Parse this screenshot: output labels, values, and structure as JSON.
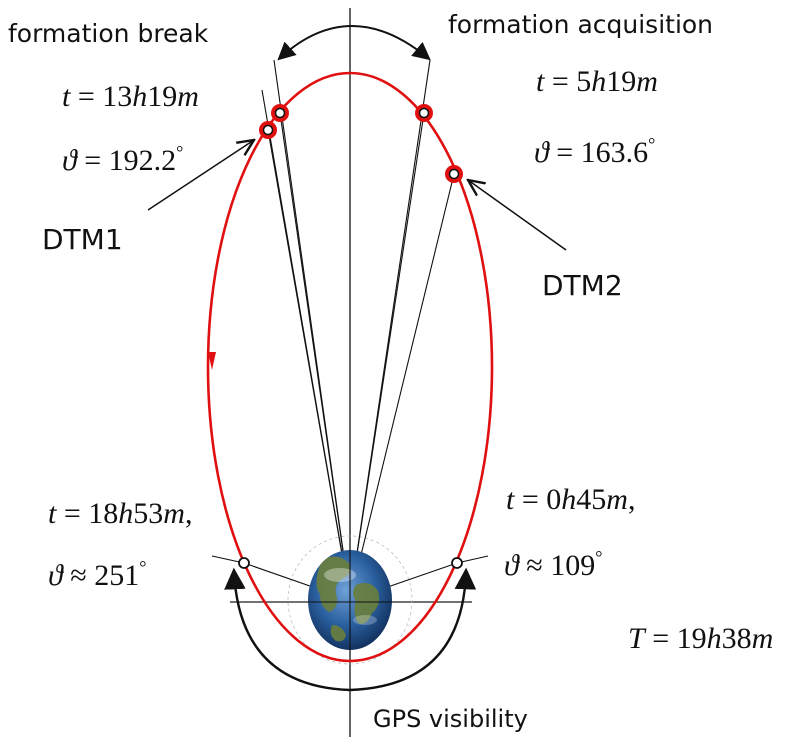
{
  "labels": {
    "formation_break": "formation break",
    "formation_acquisition": "formation acquisition",
    "dtm1": "DTM1",
    "dtm2": "DTM2",
    "gps_visibility": "GPS visibility"
  },
  "equations": {
    "break_time": {
      "var": "t",
      "h": "13",
      "m": "19"
    },
    "break_anomaly": {
      "var": "ϑ",
      "rel": "=",
      "value": "192.2",
      "unit": "°"
    },
    "acq_time": {
      "var": "t",
      "h": "5",
      "m": "19"
    },
    "acq_anomaly": {
      "var": "ϑ",
      "rel": "=",
      "value": "163.6",
      "unit": "°"
    },
    "gps_left_time": {
      "var": "t",
      "h": "18",
      "m": "53",
      "suffix": ","
    },
    "gps_left_anomaly": {
      "var": "ϑ",
      "rel": "≈",
      "value": "251",
      "unit": "°"
    },
    "gps_right_time": {
      "var": "t",
      "h": "0",
      "m": "45",
      "suffix": ","
    },
    "gps_right_anomaly": {
      "var": "ϑ",
      "rel": "≈",
      "value": "109",
      "unit": "°"
    },
    "period": {
      "var": "T",
      "h": "19",
      "m": "38"
    }
  },
  "colors": {
    "orbit": "#e01010",
    "lines": "#111111",
    "earth_ocean": "#2a5f9e",
    "earth_land": "#5f7a3a"
  },
  "icons": {
    "earth": "earth-globe-icon",
    "spacecraft": "spacecraft-marker-icon"
  }
}
